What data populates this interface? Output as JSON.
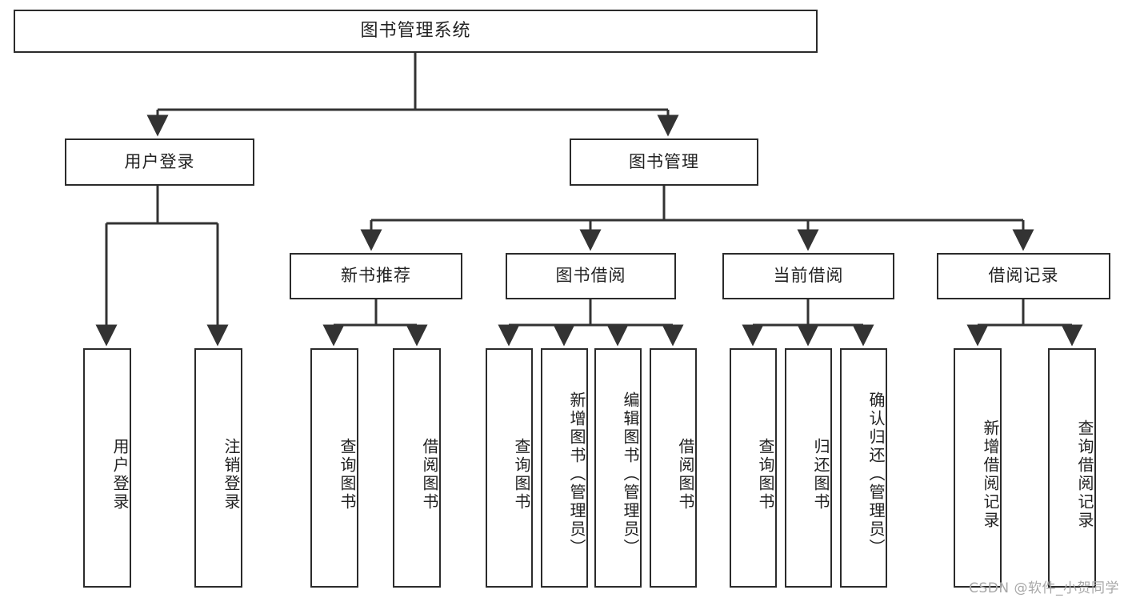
{
  "diagram": {
    "title": "图书管理系统",
    "type": "hierarchy-tree",
    "watermark": "CSDN @软件_小贺同学",
    "colors": {
      "box_border": "#2b2b2b",
      "box_fill": "#ffffff",
      "line": "#333333",
      "text": "#222222",
      "watermark": "#a8a8a8"
    },
    "levels": {
      "level1": [
        {
          "id": "root",
          "label": "图书管理系统",
          "orientation": "horizontal"
        }
      ],
      "level2": [
        {
          "id": "user-login",
          "label": "用户登录",
          "orientation": "horizontal",
          "parent": "root"
        },
        {
          "id": "book-manage",
          "label": "图书管理",
          "orientation": "horizontal",
          "parent": "root"
        }
      ],
      "level3": [
        {
          "id": "new-book-rec",
          "label": "新书推荐",
          "orientation": "horizontal",
          "parent": "book-manage"
        },
        {
          "id": "book-borrow",
          "label": "图书借阅",
          "orientation": "horizontal",
          "parent": "book-manage"
        },
        {
          "id": "current-borrow",
          "label": "当前借阅",
          "orientation": "horizontal",
          "parent": "book-manage"
        },
        {
          "id": "borrow-record",
          "label": "借阅记录",
          "orientation": "horizontal",
          "parent": "book-manage"
        }
      ],
      "level4": [
        {
          "id": "leaf-user-login",
          "label": "用户登录",
          "orientation": "vertical",
          "parent": "user-login"
        },
        {
          "id": "leaf-user-logout",
          "label": "注销登录",
          "orientation": "vertical",
          "parent": "user-login"
        },
        {
          "id": "leaf-rec-query",
          "label": "查询图书",
          "orientation": "vertical",
          "parent": "new-book-rec"
        },
        {
          "id": "leaf-rec-borrow",
          "label": "借阅图书",
          "orientation": "vertical",
          "parent": "new-book-rec"
        },
        {
          "id": "leaf-borrow-query",
          "label": "查询图书",
          "orientation": "vertical",
          "parent": "book-borrow"
        },
        {
          "id": "leaf-borrow-add",
          "label": "新增图书（管理员）",
          "orientation": "vertical",
          "parent": "book-borrow"
        },
        {
          "id": "leaf-borrow-edit",
          "label": "编辑图书（管理员）",
          "orientation": "vertical",
          "parent": "book-borrow"
        },
        {
          "id": "leaf-borrow-lend",
          "label": "借阅图书",
          "orientation": "vertical",
          "parent": "book-borrow"
        },
        {
          "id": "leaf-cur-query",
          "label": "查询图书",
          "orientation": "vertical",
          "parent": "current-borrow"
        },
        {
          "id": "leaf-cur-return",
          "label": "归还图书",
          "orientation": "vertical",
          "parent": "current-borrow"
        },
        {
          "id": "leaf-cur-confirm",
          "label": "确认归还（管理员）",
          "orientation": "vertical",
          "parent": "current-borrow"
        },
        {
          "id": "leaf-rec-add",
          "label": "新增借阅记录",
          "orientation": "vertical",
          "parent": "borrow-record"
        },
        {
          "id": "leaf-rec-search",
          "label": "查询借阅记录",
          "orientation": "vertical",
          "parent": "borrow-record"
        }
      ]
    }
  }
}
